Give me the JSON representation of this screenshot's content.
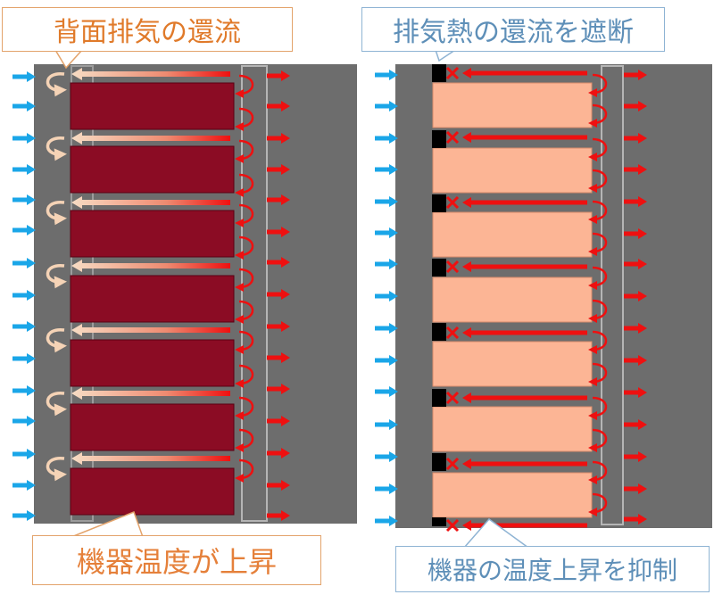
{
  "labels": {
    "left_top": "背面排気の還流",
    "right_top": "排気熱の還流を遮断",
    "left_bottom": "機器温度が上昇",
    "right_bottom": "機器の温度上昇を抑制"
  },
  "colors": {
    "rack_background": "#6d6d6d",
    "hot_device": "#8b0c24",
    "cool_device": "#fcb595",
    "inlet_arrow": "#1aa6e8",
    "exhaust_arrow": "#ee1010",
    "recirculation_arrow": "#f3c8a8",
    "blocker": "#000000",
    "left_callout_border": "#e3a36b",
    "right_callout_border": "#8fb4d4"
  },
  "icons": [
    "inlet-arrow-icon",
    "exhaust-arrow-icon",
    "recirculation-curl-icon",
    "blocked-x-icon"
  ]
}
